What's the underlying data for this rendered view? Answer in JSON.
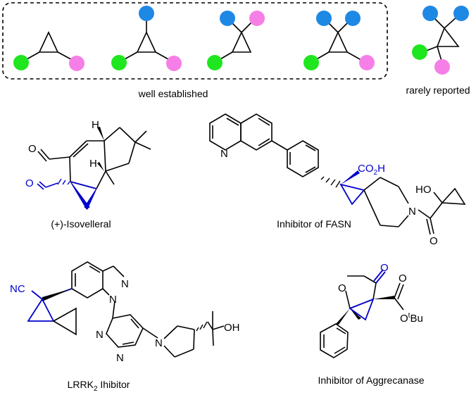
{
  "colors": {
    "blue_dot": "#1e88e5",
    "pink_dot": "#f57fe6",
    "green_dot": "#1fe61f",
    "highlight": "#0000cc",
    "bond": "#000000"
  },
  "section_top": {
    "left_label": "well established",
    "right_label": "rarely reported"
  },
  "compounds": {
    "isovelleral": {
      "name": "(+)-Isovelleral",
      "atoms": [
        "O",
        "O",
        "H",
        "H"
      ]
    },
    "fasn": {
      "name": "Inhibitor of FASN",
      "atoms": [
        "N",
        "CO",
        "2",
        "H",
        "HO",
        "N",
        "O"
      ]
    },
    "lrrk": {
      "name_main": "LRRK",
      "name_sub": "2",
      "name_tail": " Ihibitor",
      "atoms": [
        "NC",
        "N",
        "N",
        "N",
        "N",
        "N",
        "OH"
      ]
    },
    "aggrecanase": {
      "name": "Inhibitor of Aggrecanase",
      "atoms": [
        "O",
        "O",
        "O",
        "O",
        "t",
        "Bu"
      ]
    }
  }
}
